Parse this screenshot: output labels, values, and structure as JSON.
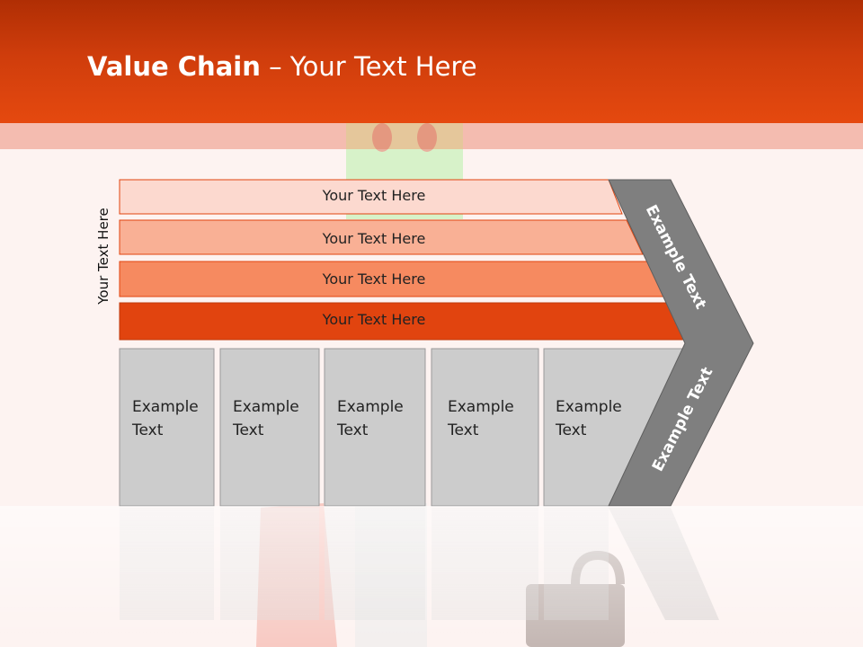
{
  "slide": {
    "title_bold": "Value Chain",
    "title_rest": " – Your Text Here",
    "vertical_label": "Your Text Here"
  },
  "rows": [
    {
      "label": "Your Text Here",
      "color": "#fcd9cf"
    },
    {
      "label": "Your Text Here",
      "color": "#f9b095"
    },
    {
      "label": "Your Text Here",
      "color": "#f68a60"
    },
    {
      "label": "Your Text Here",
      "color": "#e1440f"
    }
  ],
  "columns": [
    {
      "line1": "Example",
      "line2": "Text"
    },
    {
      "line1": "Example",
      "line2": "Text"
    },
    {
      "line1": "Example",
      "line2": "Text"
    },
    {
      "line1": "Example",
      "line2": "Text"
    },
    {
      "line1": "Example",
      "line2": "Text"
    }
  ],
  "arrow": {
    "upper_label": "Example Text",
    "lower_label": "Example Text"
  },
  "colors": {
    "header": "#cf3d0c",
    "column_fill": "#cccccc",
    "arrow_fill": "#7f7f7f"
  }
}
